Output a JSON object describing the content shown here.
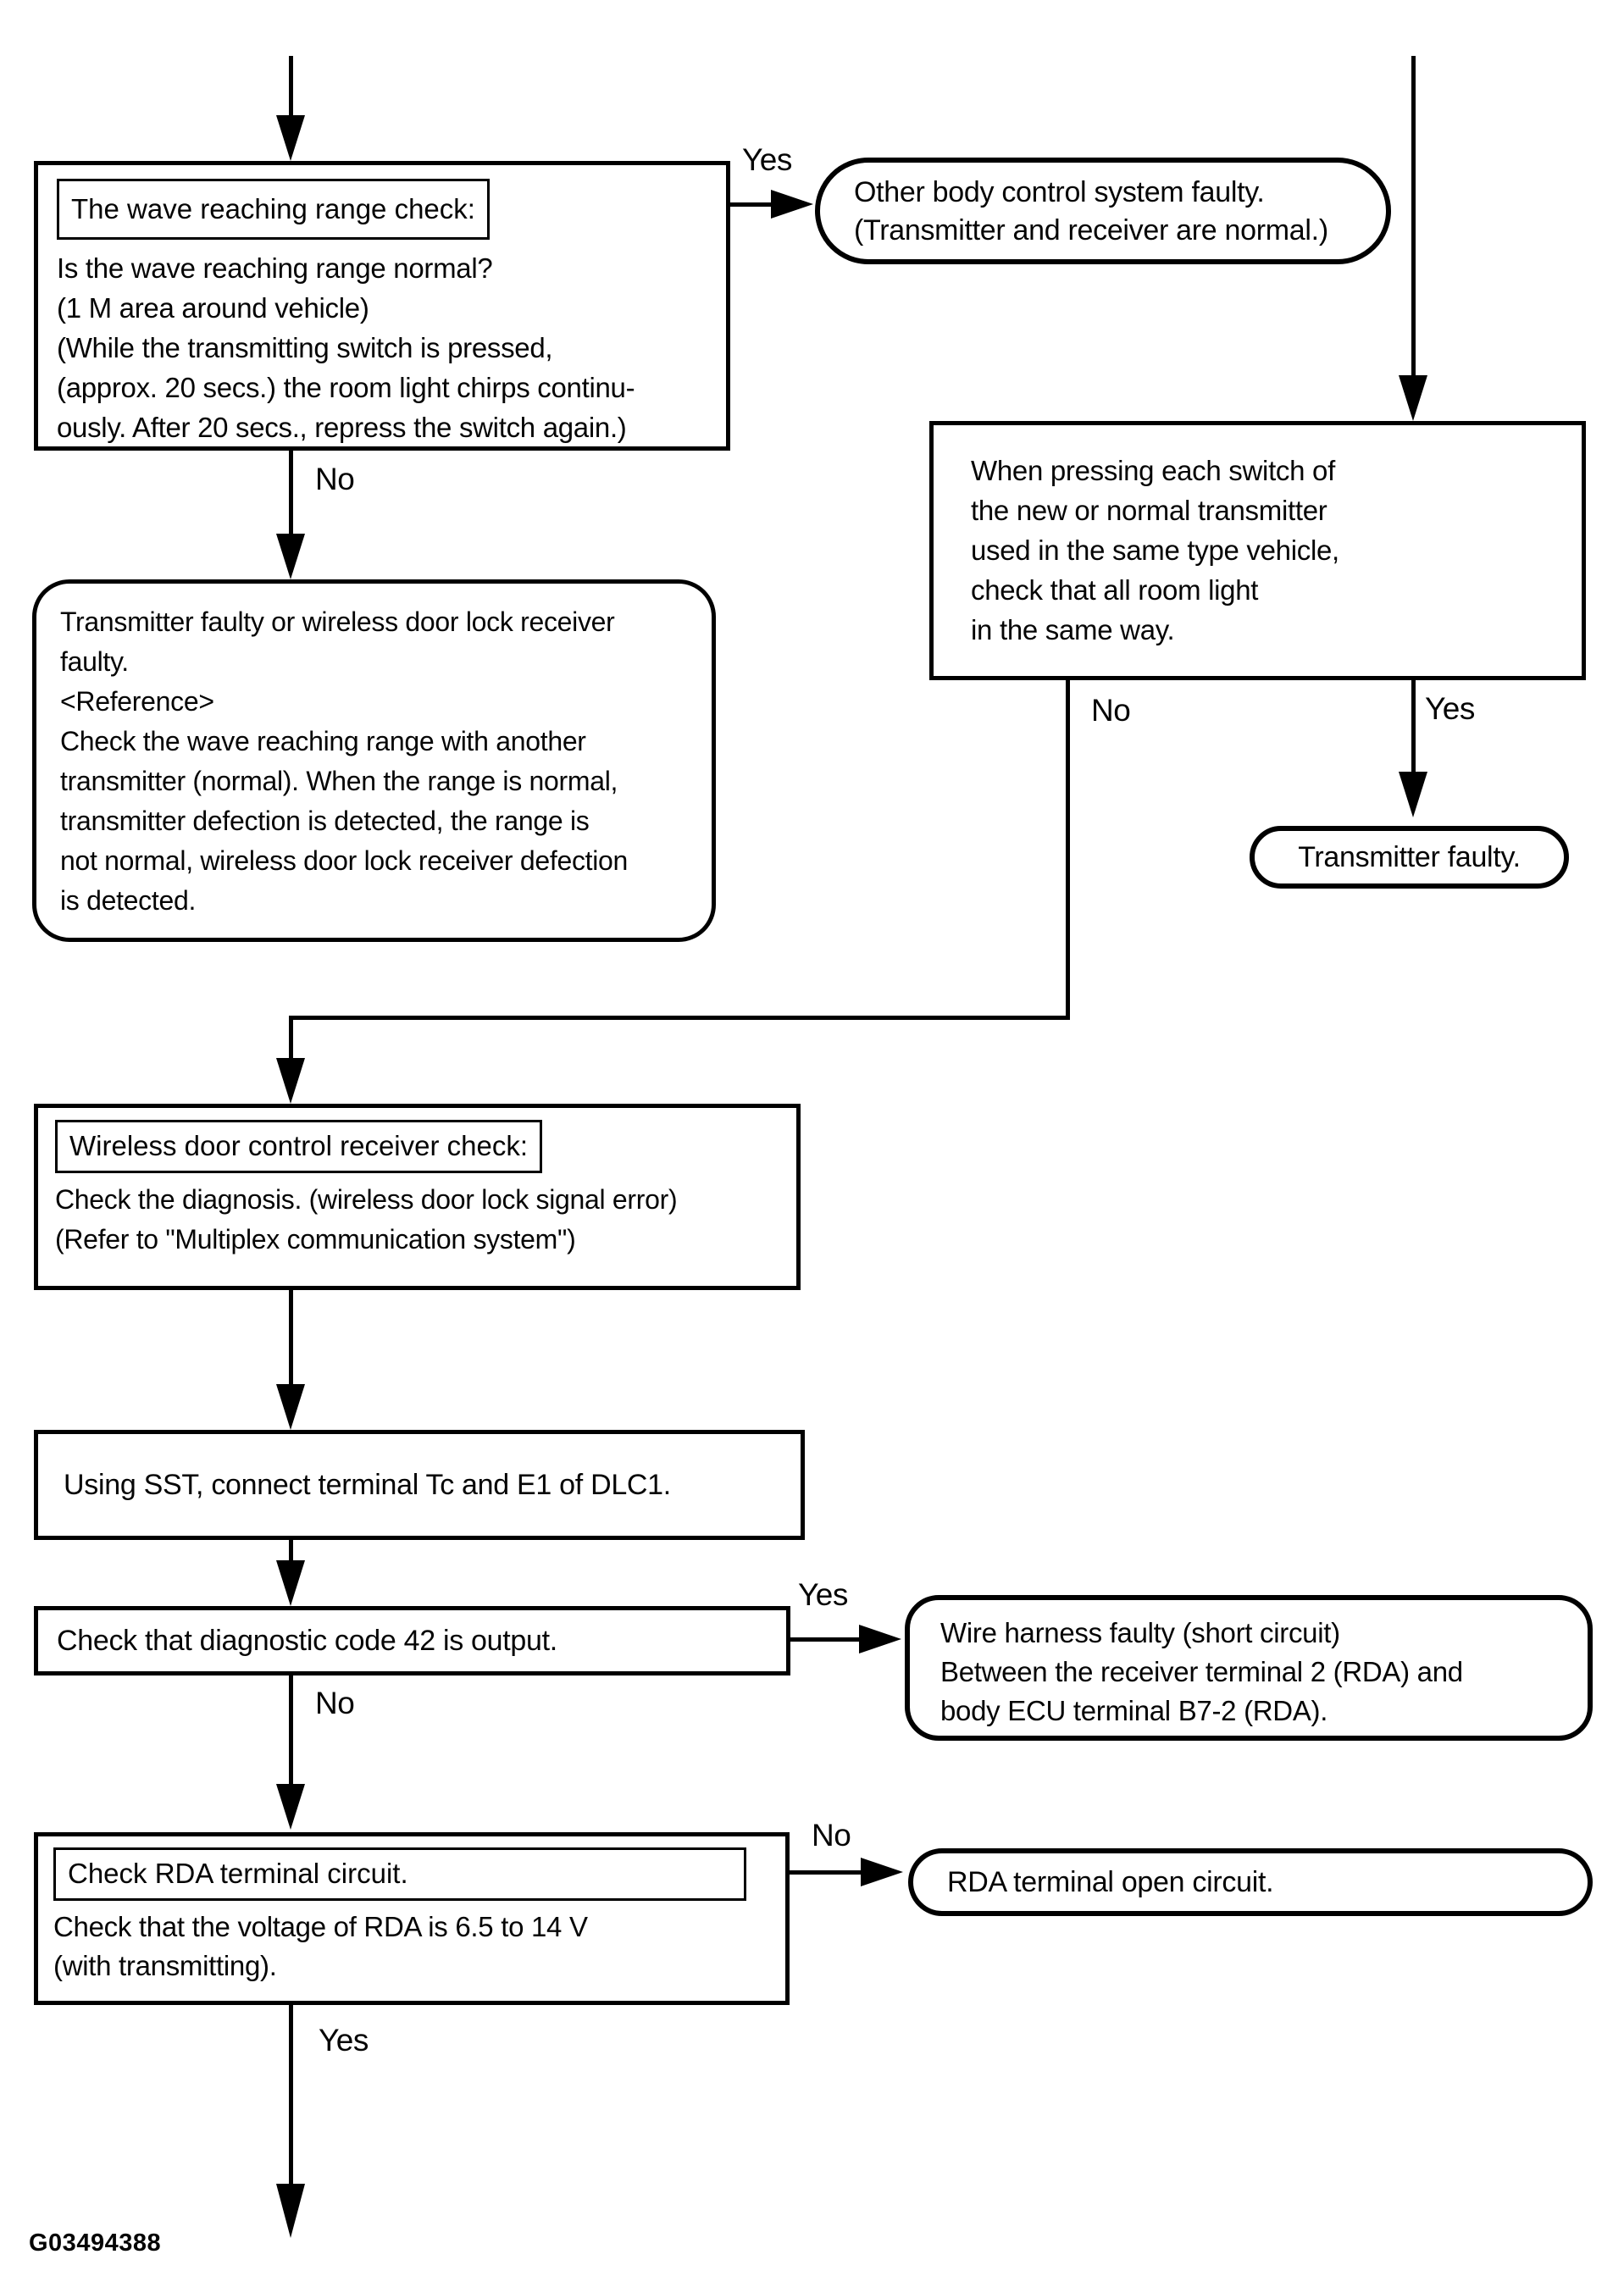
{
  "nodes": {
    "wave_check": {
      "title": "The wave reaching range check:",
      "lines": [
        "Is the wave reaching range normal?",
        "(1 M area around vehicle)",
        "(While the transmitting switch is pressed,",
        "(approx. 20 secs.) the room light chirps continu-",
        "ously. After 20 secs., repress the switch again.)"
      ]
    },
    "other_body_faulty": {
      "lines": [
        "Other body control system faulty.",
        "(Transmitter and receiver are normal.)"
      ]
    },
    "pressing_switch": {
      "lines": [
        "When pressing each switch of",
        "the new or normal transmitter",
        "used in the same type vehicle,",
        "check that all room light",
        "in the same way."
      ]
    },
    "transmitter_or_receiver_faulty": {
      "lines": [
        "Transmitter faulty or wireless door lock receiver",
        "faulty.",
        "<Reference>",
        "Check the wave reaching range with another",
        "transmitter (normal). When the range is normal,",
        "transmitter defection is detected, the range is",
        "not normal, wireless door lock receiver defection",
        "is detected."
      ]
    },
    "transmitter_faulty": {
      "text": "Transmitter faulty."
    },
    "receiver_check": {
      "title": "Wireless door control receiver check:",
      "lines": [
        "Check the diagnosis. (wireless door lock signal error)",
        "(Refer to \"Multiplex communication system\")"
      ]
    },
    "sst_connect": {
      "text": "Using SST, connect terminal Tc and E1 of DLC1."
    },
    "code42_check": {
      "text": "Check that diagnostic code 42 is output."
    },
    "wire_harness_faulty": {
      "lines": [
        "Wire harness faulty (short circuit)",
        "Between the receiver terminal 2 (RDA) and",
        "body ECU terminal B7-2 (RDA)."
      ]
    },
    "rda_terminal_check": {
      "title": "Check RDA terminal circuit.",
      "lines": [
        "Check that the voltage of RDA is 6.5 to 14 V",
        "(with transmitting)."
      ]
    },
    "rda_open": {
      "text": "RDA terminal open circuit."
    }
  },
  "edges": {
    "wave_yes": "Yes",
    "wave_no": "No",
    "pressing_no": "No",
    "pressing_yes": "Yes",
    "code42_yes": "Yes",
    "code42_no": "No",
    "rda_no": "No",
    "rda_yes": "Yes"
  },
  "footer": {
    "figure_code": "G03494388"
  }
}
